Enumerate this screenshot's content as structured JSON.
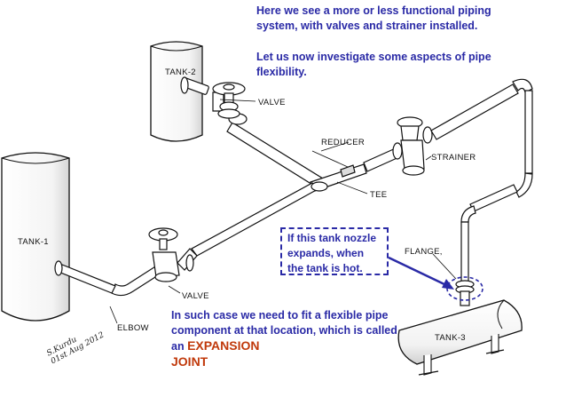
{
  "intro": {
    "line1": "Here we see a more or less functional piping system, with valves and strainer installed.",
    "line2": "Let us now investigate some aspects of pipe flexibility."
  },
  "labels": {
    "tank2": "TANK-2",
    "tank1": "TANK-1",
    "tank3": "TANK-3",
    "valve_top": "VALVE",
    "valve_bottom": "VALVE",
    "reducer": "REDUCER",
    "strainer": "STRAINER",
    "tee": "TEE",
    "flange": "FLANGE,",
    "elbow": "ELBOW"
  },
  "note_box": "If this tank nozzle expands, when the tank is hot.",
  "bottom_note": {
    "text": "In such case we need to fit a flexible pipe component at that location, which is called an",
    "highlight_a": "EXPANSION",
    "highlight_b": "JOINT"
  },
  "signature": {
    "line1": "S.Kurdu",
    "line2": "01st Aug 2012"
  },
  "colors": {
    "blue_text": "#2a2aa6",
    "orange_text": "#c0390b",
    "line": "#111111"
  }
}
